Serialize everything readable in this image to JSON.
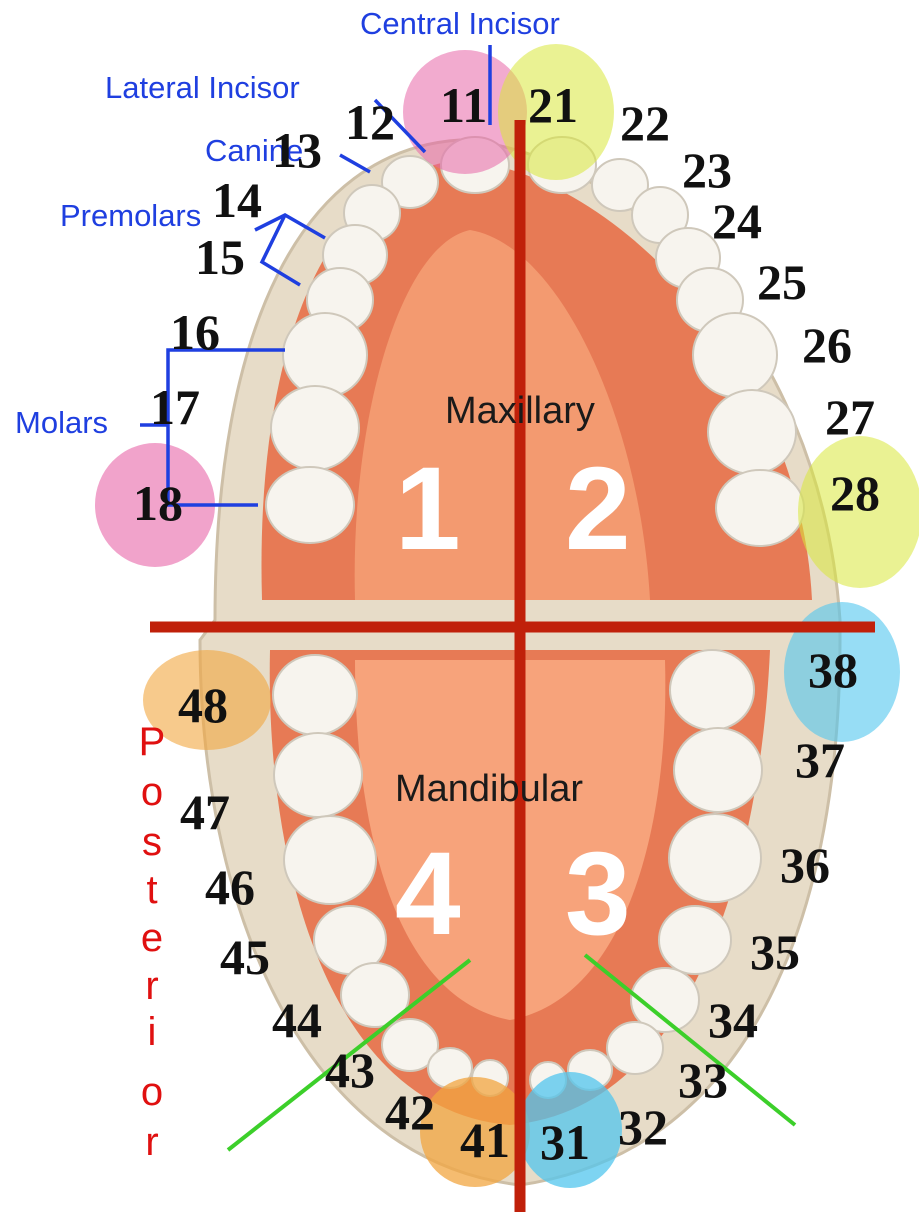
{
  "labels": {
    "central_incisor": "Central Incisor",
    "lateral_incisor": "Lateral Incisor",
    "canine": "Canine",
    "premolars": "Premolars",
    "molars": "Molars",
    "maxillary": "Maxillary",
    "mandibular": "Mandibular",
    "posterior": "Posterior"
  },
  "quadrants": [
    "1",
    "2",
    "3",
    "4"
  ],
  "posterior_letters": [
    "P",
    "o",
    "s",
    "t",
    "e",
    "r",
    "i",
    "o",
    "r"
  ],
  "teeth": {
    "upper_right": [
      "11",
      "12",
      "13",
      "14",
      "15",
      "16",
      "17",
      "18"
    ],
    "upper_left": [
      "21",
      "22",
      "23",
      "24",
      "25",
      "26",
      "27",
      "28"
    ],
    "lower_left": [
      "31",
      "32",
      "33",
      "34",
      "35",
      "36",
      "37",
      "38"
    ],
    "lower_right": [
      "41",
      "42",
      "43",
      "44",
      "45",
      "46",
      "47",
      "48"
    ]
  },
  "colors": {
    "label_blue": "#1f3fe0",
    "divider_red": "#c0200a",
    "guide_green": "#3ccf2a",
    "highlight_pink": "#e866a8",
    "highlight_yellow": "#d8e83a",
    "highlight_blue": "#52c6ee",
    "highlight_orange": "#f2a640",
    "posterior_red": "#e01010"
  }
}
